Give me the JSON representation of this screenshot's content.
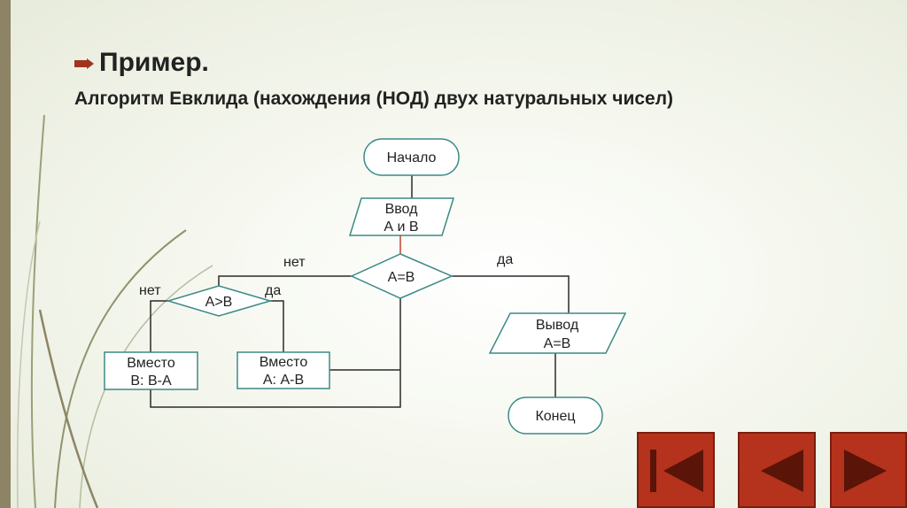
{
  "slide": {
    "title": "Пример.",
    "subtitle": "Алгоритм Евклида (нахождения (НОД) двух натуральных чисел)"
  },
  "flowchart": {
    "start": "Начало",
    "input_line1": "Ввод",
    "input_line2": "А и В",
    "cond_main": "А=В",
    "cond_sub": "А>В",
    "action_b_line1": "Вместо",
    "action_b_line2": "В: В-А",
    "action_a_line1": "Вместо",
    "action_a_line2": "А: А-В",
    "output_line1": "Вывод",
    "output_line2": "А=В",
    "end": "Конец",
    "label_main_no": "нет",
    "label_main_yes": "да",
    "label_sub_no": "нет",
    "label_sub_yes": "да"
  },
  "navigation": {
    "buttons": [
      "first-slide",
      "previous-slide",
      "next-slide"
    ]
  },
  "colors": {
    "nav_button": "#b5321c",
    "bullet": "#a0341f",
    "connector": "#2a2a2a"
  }
}
